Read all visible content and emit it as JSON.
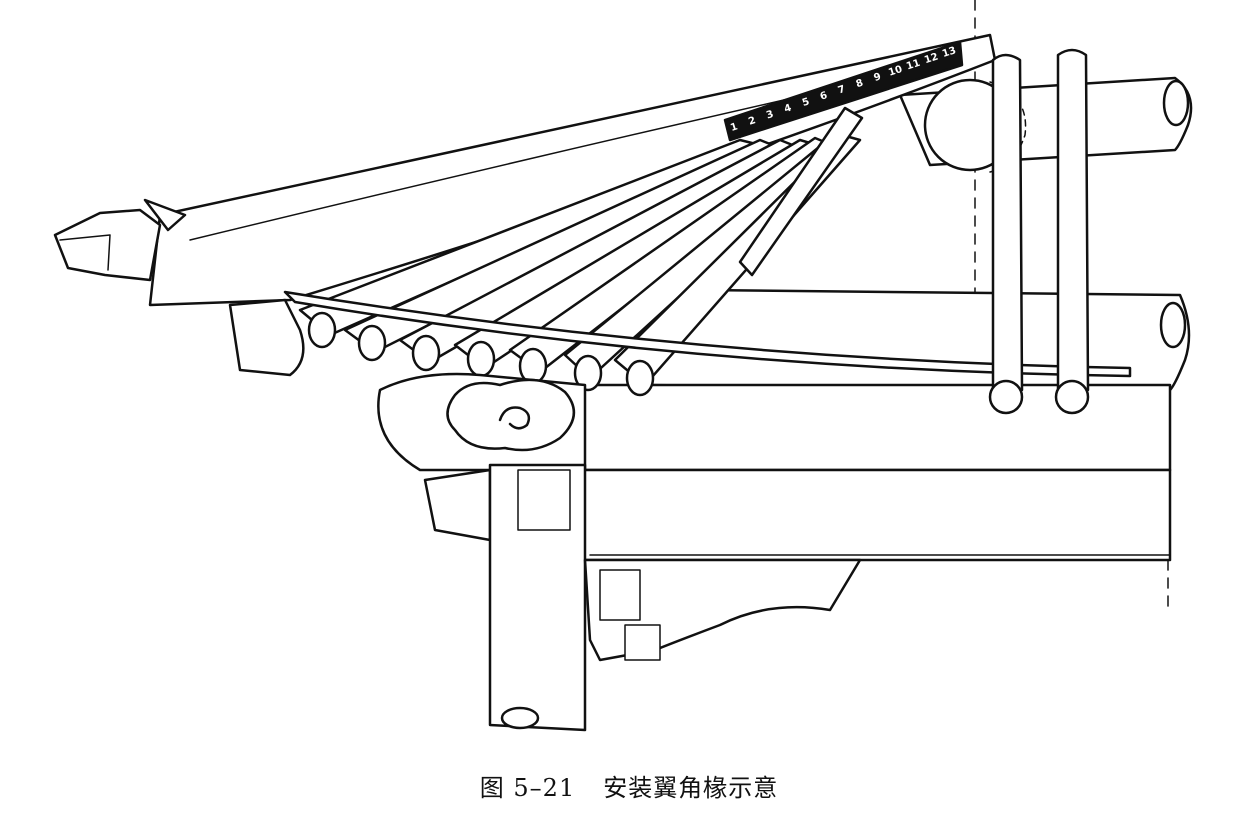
{
  "figure": {
    "caption_number": "图 5–21",
    "caption_text": "安装翼角椽示意",
    "rafter_numbers": [
      "1",
      "2",
      "3",
      "4",
      "5",
      "6",
      "7",
      "8",
      "9",
      "10",
      "11",
      "12",
      "13"
    ],
    "line_color": "#111111",
    "fill_color": "#ffffff"
  }
}
